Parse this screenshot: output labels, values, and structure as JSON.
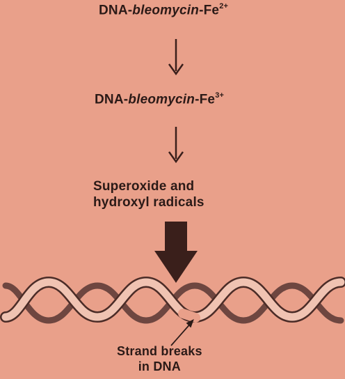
{
  "step1": {
    "prefix": "DNA-",
    "drug": "bleomycin",
    "suffix": "-Fe",
    "charge": "2+"
  },
  "step2": {
    "prefix": "DNA-",
    "drug": "bleomycin",
    "suffix": "-Fe",
    "charge": "3+"
  },
  "step3": {
    "line1": "Superoxide and",
    "line2": "hydroxyl radicals"
  },
  "annotation": {
    "line1": "Strand breaks",
    "line2": "in DNA"
  },
  "colors": {
    "background": "#e9a08a",
    "text": "#2b1a17",
    "arrow": "#3a1f1b",
    "helix_light": "#f0c3b2",
    "helix_dark": "#6e4640"
  }
}
